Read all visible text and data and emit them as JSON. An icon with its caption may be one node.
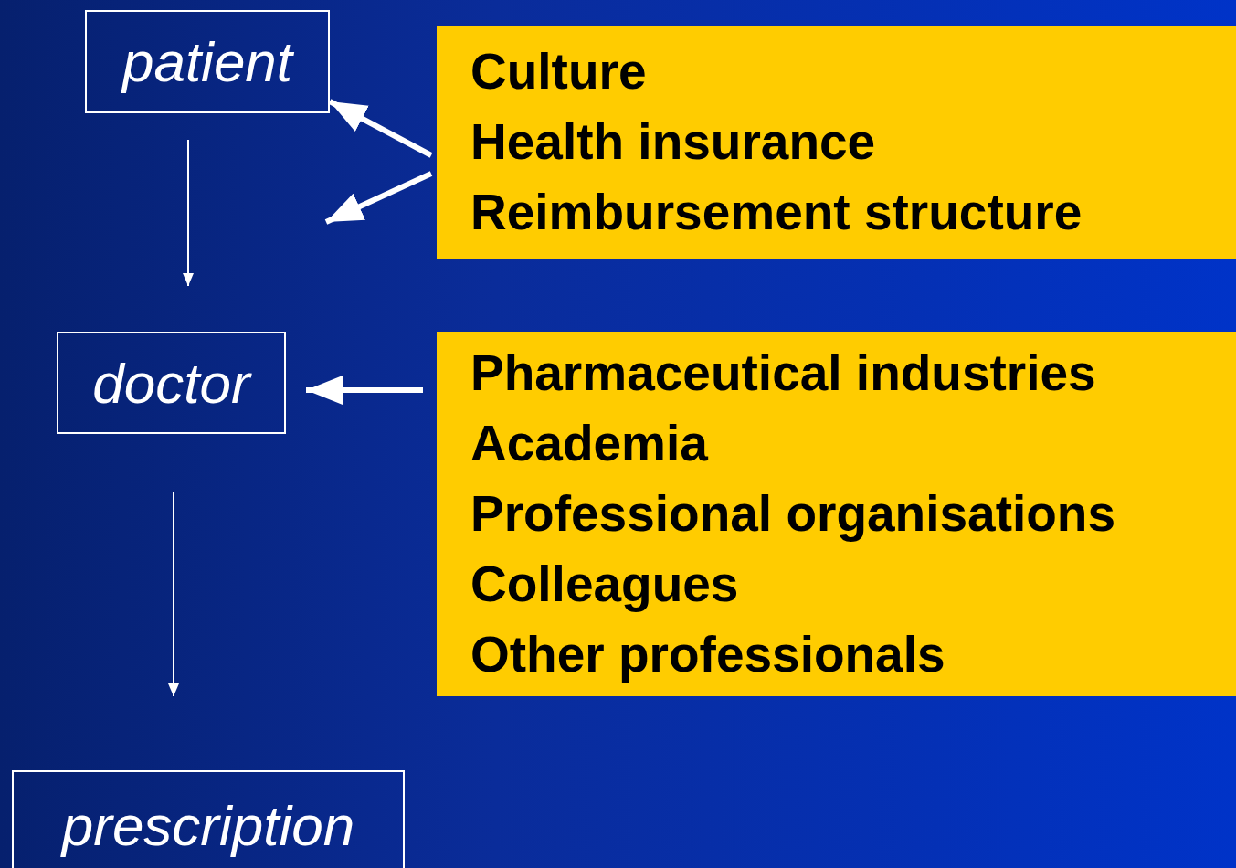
{
  "diagram": {
    "nodes": [
      {
        "text": [
          "patient"
        ]
      },
      {
        "text": [
          "doctor"
        ]
      },
      {
        "text": [
          "prescription"
        ]
      },
      {
        "text": [
          "Culture",
          "Health insurance",
          "Reimbursement structure"
        ]
      },
      {
        "text": [
          "Pharmaceutical industries",
          "Academia",
          "Professional organisations",
          "Colleagues",
          "Other professionals"
        ]
      }
    ],
    "edges": [
      {
        "from": 0,
        "to": 1,
        "arrow": "to"
      },
      {
        "from": 1,
        "to": 2,
        "arrow": "to"
      },
      {
        "from": 3,
        "to": 0,
        "arrow": "to"
      },
      {
        "from": 3,
        "to": null,
        "arrow": "to"
      },
      {
        "from": 4,
        "to": 1,
        "arrow": "to"
      }
    ]
  }
}
